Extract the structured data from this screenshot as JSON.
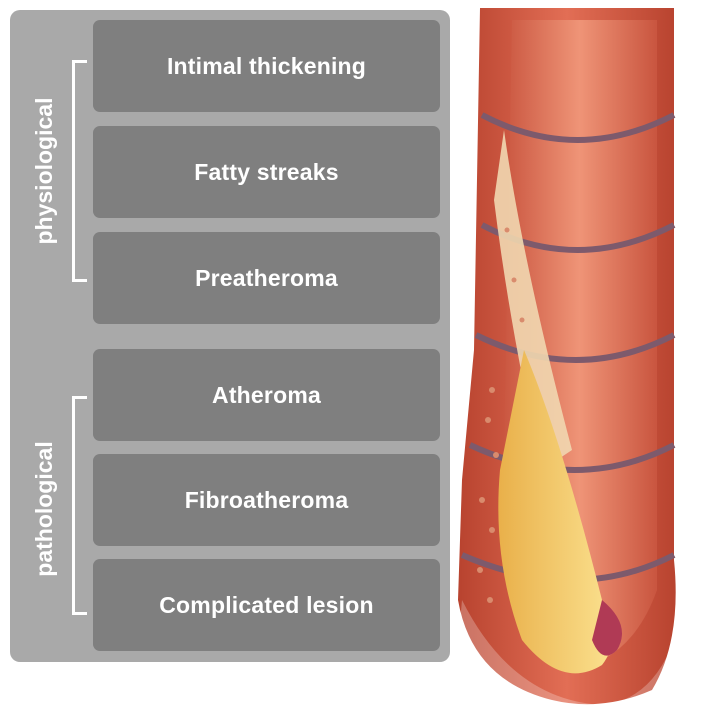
{
  "groups": {
    "physiological": "physiological",
    "pathological": "pathological"
  },
  "stages": [
    "Intimal thickening",
    "Fatty streaks",
    "Preatheroma",
    "Atheroma",
    "Fibroatheroma",
    "Complicated lesion"
  ],
  "colors": {
    "panel": "#a9a9a9",
    "stage_box": "#7f7f7f",
    "text": "#ffffff",
    "artery_wall": "#d9664f",
    "artery_lumen": "#e58a6f",
    "plaque": "#f3cf6a"
  }
}
